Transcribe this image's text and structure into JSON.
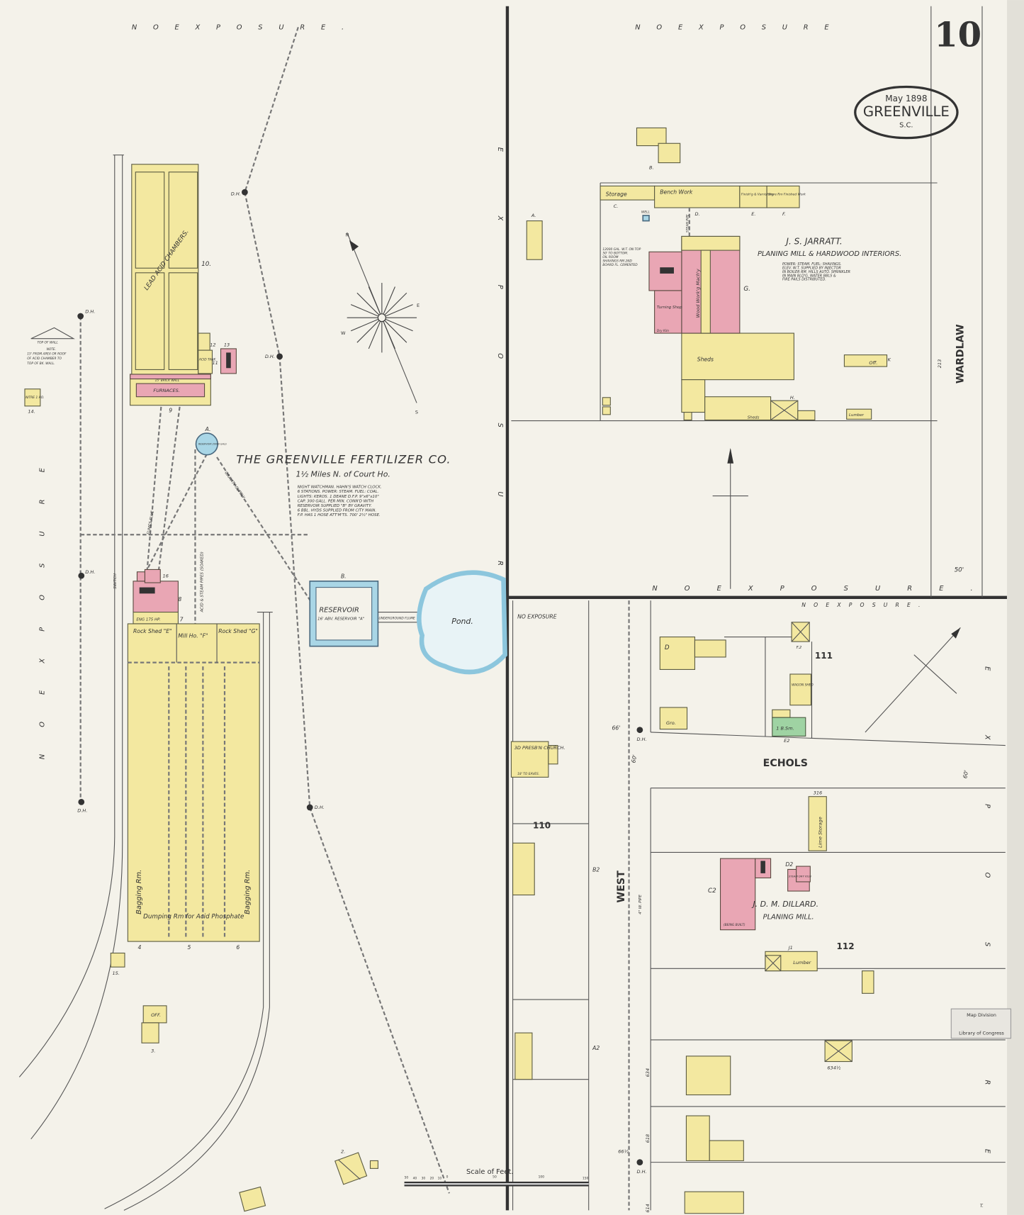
{
  "sheet": {
    "number": "10"
  },
  "stamp": {
    "date": "May 1898",
    "city": "GREENVILLE",
    "state": "S.C."
  },
  "exposure": {
    "top_left": "N O   E X P O S U R E .",
    "top_right": "N O   E X P O S U R E",
    "left": "N O   E X P O S U R E",
    "middle": "E X P O S U R E",
    "mid_bottom": "N O   E X P O S U R E .",
    "lower_small": "NO EXPOSURE",
    "lower_right_top": "N O   E X P O S U R E .",
    "lower_right_side": "E X P O S U R E"
  },
  "fertilizer": {
    "name": "THE GREENVILLE FERTILIZER CO.",
    "location": "1½ Miles N. of Court Ho.",
    "notes": [
      "NIGHT WATCHMAN. HAHN'S WATCH CLOCK.",
      "6 STATIONS. POWER: STEAM. FUEL: COAL.",
      "LIGHTS: KEROS. 1 DEANE D.F.P. 9\"x6\"x10\"",
      "CAP. 300 GALL. PER MIN. CONN'D WITH",
      "RESERVOIR SUPPLIED \"B\" BY GRAVITY.",
      "6 BBL. HYDS SUPPLIED FROM CITY MAIN.",
      "F.P. HAS 1 HOSE ATT'M'TS. 700' 2½\" HOSE."
    ],
    "buildings": {
      "chambers": "LEAD ACID CHAMBERS.",
      "chambers_no": "10.",
      "furnaces": "FURNACES.",
      "wall": "15' BRICK WALL",
      "acid_tank": "ACID TANK",
      "tank_no_11": "11",
      "tank_no_12": "12",
      "stack_no": "13",
      "pump_no": "16",
      "eng": "ENG 175 HP.",
      "rock_shed_e": "Rock Shed \"E\"",
      "mill_f": "Mill Ho. \"F\"",
      "rock_shed_g": "Rock Shed \"G\"",
      "bagging_left": "Bagging Rm.",
      "bagging_right": "Bagging Rm.",
      "dumping": "Dumping Rm for Acid Phosphate",
      "nitre": "NITRE 1 HO.",
      "nitre_no": "14.",
      "stable_no": "15.",
      "office": "OFF.",
      "office_no": "3.",
      "no_2": "2.",
      "nums": [
        "4",
        "5",
        "6",
        "7",
        "8",
        "9"
      ],
      "reservoir_a": "RESERVOIR 20000 GALS",
      "reservoir_a_letter": "A.",
      "reservoir_b_letter": "B.",
      "reservoir_b": "RESERVOIR",
      "reservoir_b_sub": "16' ABV. RESERVOIR \"A\"",
      "flume": "UNDERGROUND FLUME",
      "pond": "Pond.",
      "wall_note": [
        "TOP OF WALL",
        "NOTE.",
        "15' FROM APEX OR ROOF",
        "OF ACID CHAMBER TO",
        "TOP OF BK. WALL."
      ],
      "pipes": [
        "FUMES FLUE",
        "ACID & STEAM PIPES (SOAKED)",
        "GRAVITY SUPPLY",
        "SWITCH"
      ]
    },
    "hydrant": "D.H."
  },
  "jarratt": {
    "name": "J. S. JARRATT.",
    "business": "PLANING MILL & HARDWOOD INTERIORS.",
    "notes": [
      "POWER: STEAM. FUEL: SHAVINGS.",
      "ELEV. W.T. SUPPLIED BY INJECTOR",
      "IN BOILER RM. HILLS AUTO. SPRINKLER",
      "IN MAIN BLD'G. WATER BBLS &",
      "FIRE PAILS DISTRIBUTED."
    ],
    "tank_note": [
      "12000 GAL. W.T. ON TOP",
      "50' TO BOTTOM.",
      "OIL ROOM",
      "SHAVINGS RM 2ND",
      "BOARD FL. CEMENTED"
    ],
    "storage": "Storage",
    "bench": "Bench Work",
    "finishing": "Finish'g & Varnishing",
    "store": "Store Rm Finished Work",
    "turning": "Turning Shop",
    "dry_kiln": "Dry Kiln",
    "wood_working": "Wood Work'g Mach'y",
    "sheds": "Sheds",
    "lumber": "Lumber",
    "off": "Off.",
    "well": "WELL",
    "letters": [
      "A.",
      "B.",
      "C.",
      "D.",
      "E.",
      "F.",
      "G.",
      "H.",
      "K"
    ],
    "steam_pipe": "STEAM PIPE"
  },
  "streets": {
    "wardlaw": "WARDLAW",
    "west": "WEST",
    "echols": "ECHOLS"
  },
  "blocks": {
    "b110": "110",
    "b111": "111",
    "b112": "112"
  },
  "widths": [
    "50'",
    "66'",
    "60'",
    "60'"
  ],
  "addresses": [
    "213",
    "316",
    "634",
    "634½",
    "618",
    "614",
    "66½"
  ],
  "church": {
    "name": "3D PRESB'N CHURCH.",
    "note": "18' TO EAVES."
  },
  "dillard": {
    "name": "J. D. M. DILLARD.",
    "business": "PLANING MILL.",
    "being_built": "(BEING BUILT)",
    "steam_dry_kiln": "STEAM DRY KILN",
    "c2": "C2",
    "d2": "D2",
    "lime": "Lime Storage",
    "lumber": "Lumber",
    "j1": "J1"
  },
  "lower_misc": {
    "wagon_shed": "WAGON SHED",
    "bsm": "1 B.Sm.",
    "gro": "Gro.",
    "f2": "F.2",
    "e2": "E2",
    "b2": "B2",
    "a2": "A2",
    "d": "D",
    "pipe": "4\" W. PIPE",
    "t": "T."
  },
  "scale": {
    "title": "Scale of Feet.",
    "ticks": [
      "50",
      "40",
      "30",
      "20",
      "10",
      "0",
      "50",
      "100",
      "150"
    ]
  },
  "library_stamp": [
    "Map Division",
    "Library of Congress"
  ],
  "compass": {
    "n": "N",
    "s": "S",
    "e": "E",
    "w": "W"
  },
  "colors": {
    "paper": "#f4f2ea",
    "brick": "#e9a6b4",
    "frame": "#f3e8a0",
    "stone": "#9fd3a3",
    "water": "#a9d6e6"
  }
}
